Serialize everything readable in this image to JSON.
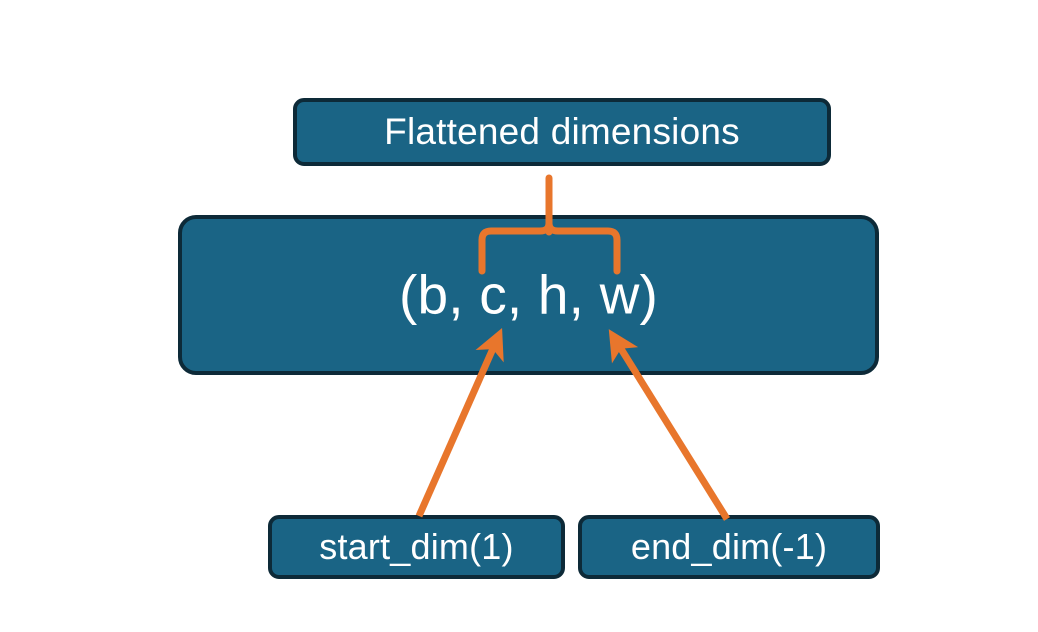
{
  "diagram": {
    "title_box": {
      "label": "Flattened dimensions"
    },
    "shape_box": {
      "label": "(b, c, h, w)"
    },
    "start_box": {
      "label": "start_dim(1)"
    },
    "end_box": {
      "label": "end_dim(-1)"
    },
    "colors": {
      "box_fill": "#1a6485",
      "box_border": "#0d2a38",
      "text": "#ffffff",
      "accent": "#e8762c",
      "background": "#ffffff"
    },
    "annotations": {
      "brace": "curly-brace-spanning-c-h-w",
      "arrow_left": "arrow-start-dim-to-c",
      "arrow_right": "arrow-end-dim-to-w",
      "brace_stem": "brace-stem-to-flattened-dimensions"
    }
  }
}
